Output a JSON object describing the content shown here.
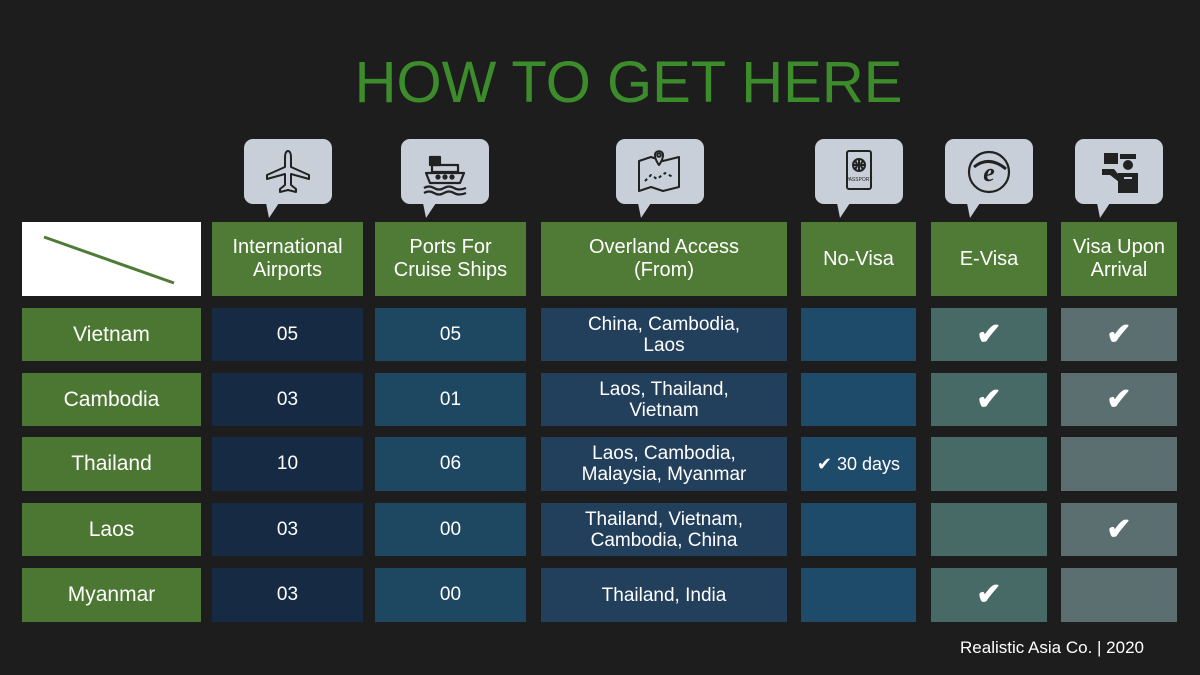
{
  "title": "HOW TO GET HERE",
  "icons": [
    {
      "name": "airplane-icon"
    },
    {
      "name": "cruise-ship-icon"
    },
    {
      "name": "map-route-icon"
    },
    {
      "name": "passport-icon"
    },
    {
      "name": "internet-explorer-icon"
    },
    {
      "name": "customs-officer-icon"
    }
  ],
  "headers": [
    "International Airports",
    "Ports For Cruise Ships",
    "Overland Access (From)",
    "No-Visa",
    "E-Visa",
    "Visa Upon Arrival"
  ],
  "rows": [
    {
      "country": "Vietnam",
      "airports": "05",
      "ports": "05",
      "overland": "China, Cambodia, Laos",
      "no_visa": "",
      "e_visa": "✔",
      "voa": "✔"
    },
    {
      "country": "Cambodia",
      "airports": "03",
      "ports": "01",
      "overland": "Laos, Thailand, Vietnam",
      "no_visa": "",
      "e_visa": "✔",
      "voa": "✔"
    },
    {
      "country": "Thailand",
      "airports": "10",
      "ports": "06",
      "overland": "Laos, Cambodia, Malaysia, Myanmar",
      "no_visa": "✔ 30 days",
      "e_visa": "",
      "voa": ""
    },
    {
      "country": "Laos",
      "airports": "03",
      "ports": "00",
      "overland": "Thailand, Vietnam, Cambodia, China",
      "no_visa": "",
      "e_visa": "",
      "voa": "✔"
    },
    {
      "country": "Myanmar",
      "airports": "03",
      "ports": "00",
      "overland": "Thailand, India",
      "no_visa": "",
      "e_visa": "✔",
      "voa": ""
    }
  ],
  "footer": "Realistic Asia Co. | 2020",
  "colors": {
    "title": "#3c8c2c",
    "header_bg": "#4f7b36",
    "background": "#1d1d1d"
  }
}
